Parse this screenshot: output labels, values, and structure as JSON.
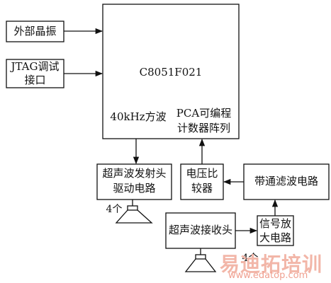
{
  "blocks": {
    "ext_crystal": "外部晶振",
    "jtag_line1": "JTAG调试",
    "jtag_line2": "接口",
    "mcu": "C8051F021",
    "clock_40k": "40kHz方波",
    "pca_line1": "PCA可编程",
    "pca_line2": "计数器阵列",
    "driver_line1": "超声波发射头",
    "driver_line2": "驱动电路",
    "comparator_line1": "电压比",
    "comparator_line2": "较器",
    "bandpass": "带通滤波电路",
    "amp_line1": "信号放",
    "amp_line2": "大电路",
    "receiver": "超声波接收头"
  },
  "counts": {
    "transmitters": "4个",
    "receivers": "4个"
  },
  "watermark": {
    "main": "易迪拓培训",
    "url": "www.edatop.com"
  },
  "colors": {
    "line": "#111111",
    "watermark": "#f2b6a8"
  }
}
